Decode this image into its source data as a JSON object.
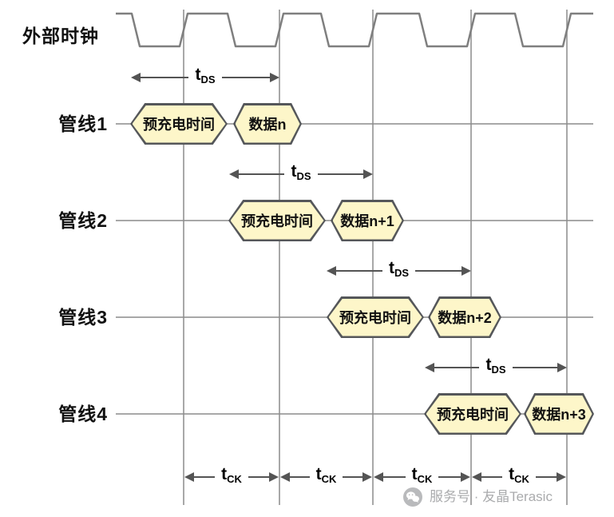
{
  "diagram": {
    "clock_label": "外部时钟",
    "lanes": [
      {
        "label": "管线1",
        "precharge": "预充电时间",
        "data": "数据n"
      },
      {
        "label": "管线2",
        "precharge": "预充电时间",
        "data": "数据n+1"
      },
      {
        "label": "管线3",
        "precharge": "预充电时间",
        "data": "数据n+2"
      },
      {
        "label": "管线4",
        "precharge": "预充电时间",
        "data": "数据n+3"
      }
    ],
    "timing_labels": {
      "tds_base": "t",
      "tds_sub": "DS",
      "tck_base": "t",
      "tck_sub": "CK"
    },
    "colors": {
      "hex_fill": "#FDF6C9",
      "hex_border": "#55575A",
      "line_gray": "#8C8C8C",
      "clock_gray": "#7F7F7F",
      "arrow_gray": "#545454",
      "watermark_gray": "#AAABAD"
    }
  },
  "watermark": {
    "text": "服务号 · 友晶Terasic"
  }
}
